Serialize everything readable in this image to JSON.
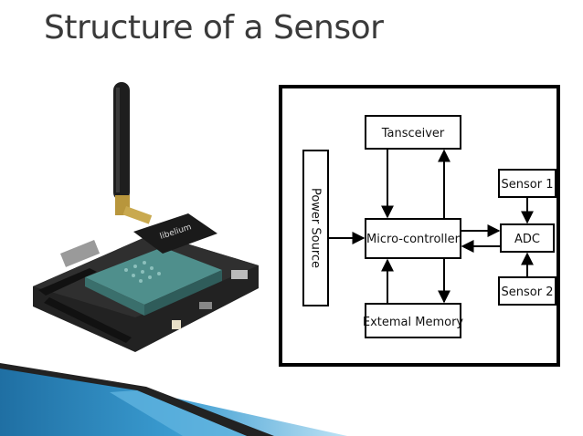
{
  "slide": {
    "title": "Structure of a Sensor"
  },
  "diagram": {
    "nodes": {
      "transceiver": "Tansceiver",
      "power_source": "Power Source",
      "microcontroller": "Micro-controller",
      "external_memory": "Extemal Memory",
      "sensor1": "Sensor 1",
      "adc": "ADC",
      "sensor2": "Sensor 2"
    }
  },
  "photo": {
    "board_brand": "libelium"
  },
  "colors": {
    "title": "#3a3a3a",
    "frame": "#000000",
    "board": "#2b2b2b",
    "radio_module": "#4f8f8c",
    "footer_blue": "#2a82b8"
  }
}
